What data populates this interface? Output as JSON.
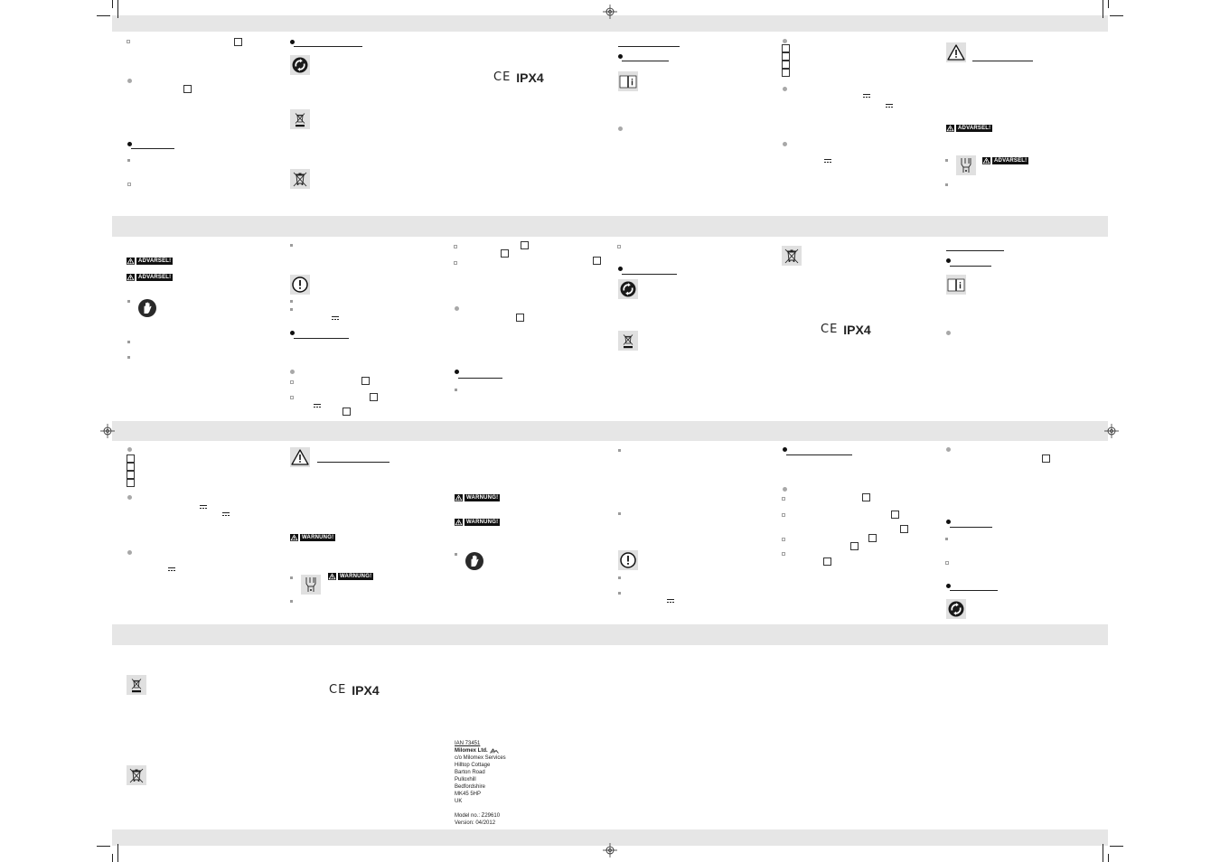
{
  "document": {
    "ce_mark": "CE",
    "protection_rating": "IPX4",
    "warning_labels": {
      "advarsel": "ADVARSEL!",
      "warnung": "WARNUNG!"
    },
    "address": {
      "ian": "IAN 73451",
      "company": "Milomex Ltd.",
      "lines": [
        "c/o Milomex Services",
        "Hilltop Cottage",
        "Barton Road",
        "Pulloxhill",
        "Bedfordshire",
        "MK45 5HP",
        "UK"
      ],
      "model": "Model no.: Z29610",
      "version": "Version: 04/2012"
    }
  }
}
